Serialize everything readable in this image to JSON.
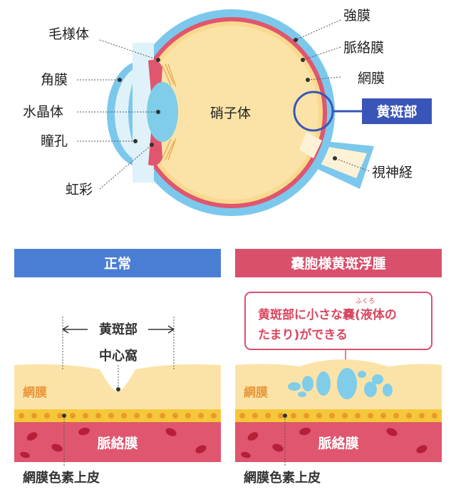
{
  "eye": {
    "labels": {
      "ciliary_body": "毛様体",
      "cornea": "角膜",
      "lens": "水晶体",
      "pupil": "瞳孔",
      "iris": "虹彩",
      "vitreous": "硝子体",
      "sclera": "強膜",
      "choroid": "脈絡膜",
      "retina": "網膜",
      "macula": "黄斑部",
      "optic_nerve": "視神経"
    }
  },
  "normal_panel": {
    "title": "正常",
    "macula_label": "黄斑部",
    "fovea_label": "中心窩",
    "retina_label": "網膜",
    "choroid_label": "脈絡膜",
    "rpe_label": "網膜色素上皮"
  },
  "cme_panel": {
    "title": "嚢胞様黄斑浮腫",
    "note_line1": "黄斑部に小さな嚢(液体の",
    "note_line2": "たまり)ができる",
    "ruby": "ふくろ",
    "retina_label": "網膜",
    "choroid_label": "脈絡膜",
    "rpe_label": "網膜色素上皮"
  },
  "colors": {
    "sclera_blue": "#7cc8ec",
    "choroid_red": "#e0566e",
    "vitreous_cream": "#fbe3a8",
    "lens_blue": "#7fcde9",
    "header_blue": "#4a7ed4",
    "header_red": "#d9506c",
    "macula_box": "#3a55b8",
    "rpe_yellow": "#f5c83a"
  }
}
